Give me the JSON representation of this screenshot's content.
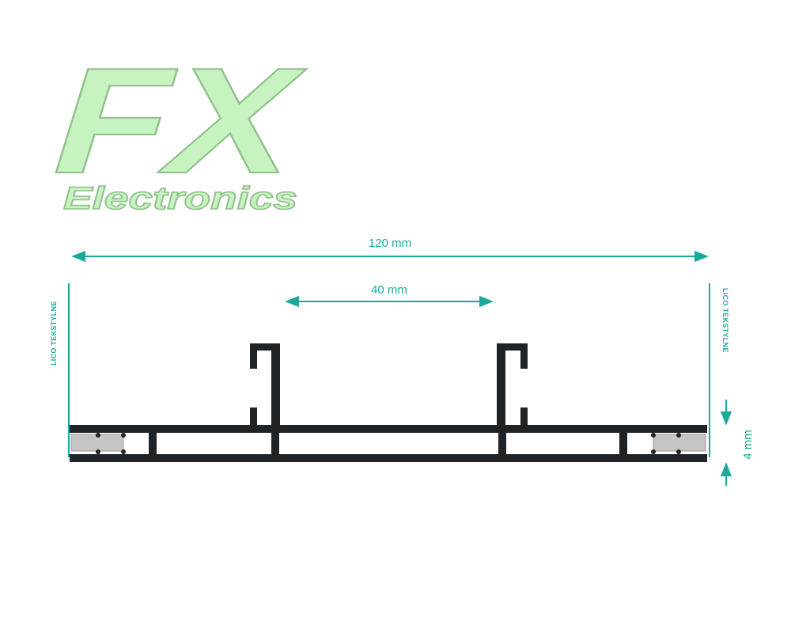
{
  "logo": {
    "mark": "FX",
    "word": "Electronics",
    "fill_color": "#c6f3c0",
    "stroke_color": "#8fbf8a"
  },
  "dimensions": {
    "overall_width": "120 mm",
    "channel_spacing": "40 mm",
    "face_thickness": "4 mm"
  },
  "side_labels": {
    "left": "LICO TEKSTYLNE",
    "right": "LICO TEKSTYLNE"
  },
  "colors": {
    "dimension": "#1aa99a",
    "profile": "#1f2326",
    "gasket": "#c5c5c5"
  }
}
